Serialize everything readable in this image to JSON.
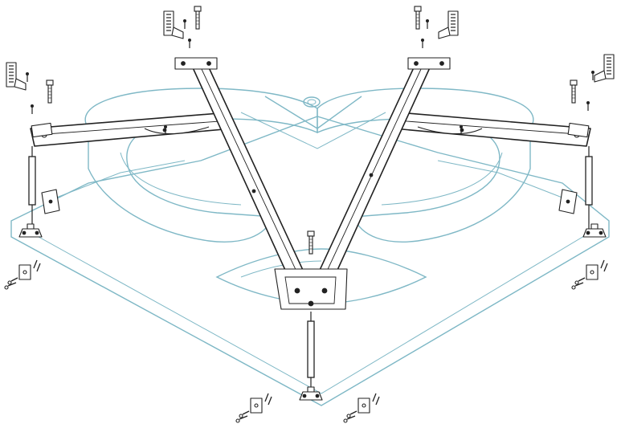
{
  "colors": {
    "tub_outline": "#7fb8c6",
    "frame_stroke": "#222222",
    "background": "#ffffff"
  },
  "diagram": {
    "parts": [
      "corner-bathtub-outline",
      "left-horizontal-support-beam",
      "right-horizontal-support-beam",
      "left-diagonal-beam",
      "right-diagonal-beam",
      "front-corner-plate",
      "adjustable-support-legs",
      "wall-mounting-brackets",
      "bolts-and-screws",
      "floor-wall-anchors"
    ]
  }
}
